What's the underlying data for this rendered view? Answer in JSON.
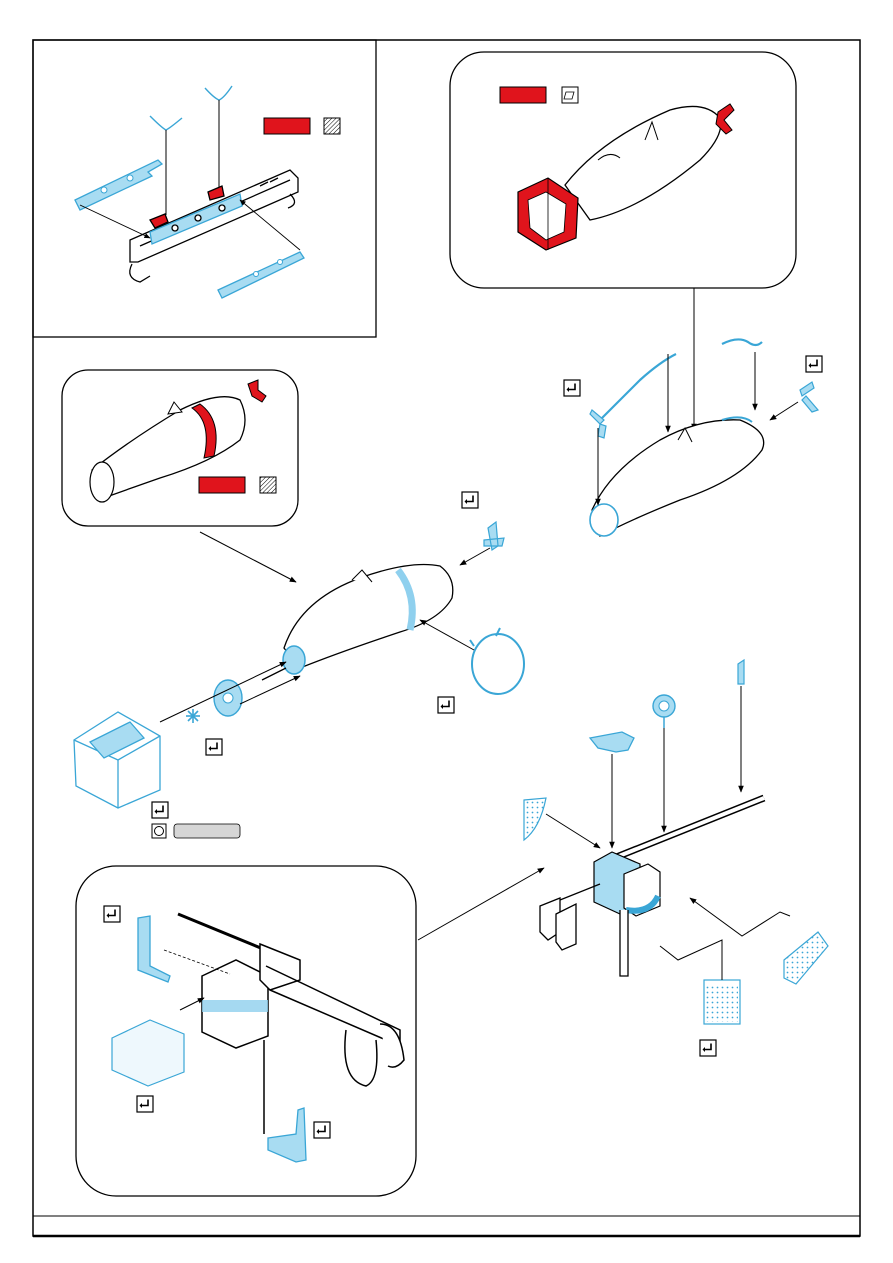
{
  "sheet": {
    "title": "",
    "colors": {
      "photo_etch_blue": "#a8dcf2",
      "photo_etch_blue_line": "#3aa6d6",
      "paint_red": "#e0141c",
      "outline": "#000000",
      "panel_border": "#444444",
      "highlight_blue": "#8fd0ee",
      "gray_chip": "#d6d6d6"
    }
  },
  "panels": [
    {
      "id": "bomb-rack-detail",
      "description_icon": "none"
    },
    {
      "id": "bomb-tail-painted",
      "description_icon": "none"
    },
    {
      "id": "bomb-fuse-painted",
      "description_icon": "none"
    },
    {
      "id": "gun-mount-detail",
      "description_icon": "none"
    }
  ],
  "paint_swatches": [
    {
      "id": "swatch-rack",
      "color": "#e0141c",
      "icon": "hatch-icon"
    },
    {
      "id": "swatch-tail-bomb",
      "color": "#e0141c",
      "icon": "blank-flag-icon"
    },
    {
      "id": "swatch-fuse-bomb",
      "color": "#e0141c",
      "icon": "hatch-icon"
    }
  ],
  "bend_icons": [
    {
      "id": "bend-icon-1",
      "icon": "fold-arrow-icon"
    },
    {
      "id": "bend-icon-2",
      "icon": "fold-arrow-icon"
    },
    {
      "id": "bend-icon-3",
      "icon": "fold-arrow-icon"
    },
    {
      "id": "bend-icon-4",
      "icon": "fold-arrow-icon"
    },
    {
      "id": "bend-icon-5",
      "icon": "fold-arrow-icon"
    },
    {
      "id": "bend-icon-6",
      "icon": "fold-arrow-icon"
    },
    {
      "id": "bend-icon-7",
      "icon": "fold-arrow-icon"
    },
    {
      "id": "bend-icon-8",
      "icon": "fold-arrow-icon"
    },
    {
      "id": "bend-icon-9",
      "icon": "fold-arrow-icon"
    },
    {
      "id": "bend-icon-10",
      "icon": "fold-arrow-icon"
    },
    {
      "id": "bend-icon-11",
      "icon": "fold-arrow-icon"
    }
  ],
  "legend_row": {
    "icon": "remove-part-icon",
    "chip_color": "#d6d6d6",
    "chip_text": ""
  },
  "footer_strip": {
    "text": ""
  }
}
